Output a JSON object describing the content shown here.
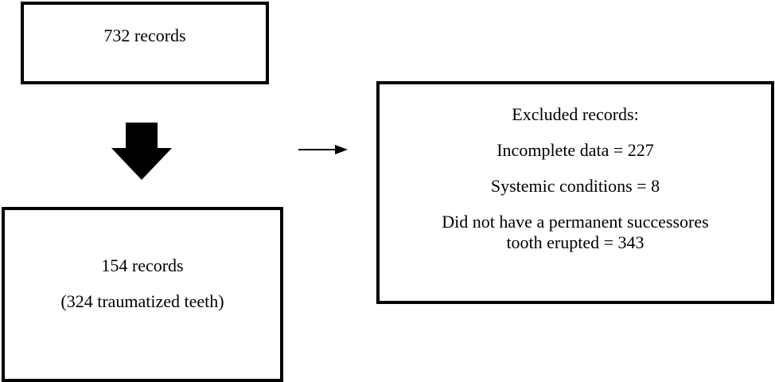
{
  "top_box": {
    "text": "732 records"
  },
  "bottom_box": {
    "line1": "154 records",
    "line2": "(324 traumatized teeth)"
  },
  "excluded_box": {
    "title": "Excluded records:",
    "item1": "Incomplete data = 227",
    "item2": "Systemic conditions = 8",
    "item3_line1": "Did not have a permanent successores",
    "item3_line2": "tooth erupted = 343"
  }
}
